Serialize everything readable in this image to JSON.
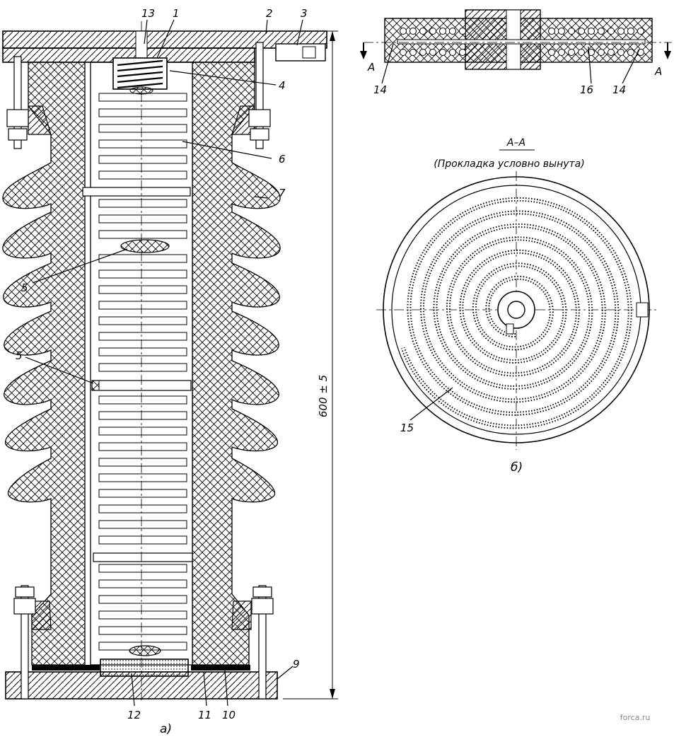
{
  "figure": {
    "callouts": {
      "n1": "1",
      "n2": "2",
      "n3": "3",
      "n4": "4",
      "n5a": "5",
      "n5b": "5",
      "n6": "6",
      "n7": "7",
      "n9": "9",
      "n10": "10",
      "n11": "11",
      "n12": "12",
      "n13": "13",
      "n14a": "14",
      "n14b": "14",
      "n15": "15",
      "n16": "16"
    },
    "dimension": "600 ± 5",
    "section_marks": {
      "left": "A",
      "right": "A"
    },
    "section_title": "А–А",
    "section_note": "(Прокладка условно вынута)",
    "caption_a": "а)",
    "caption_b": "б)",
    "watermark": "forca.ru"
  }
}
